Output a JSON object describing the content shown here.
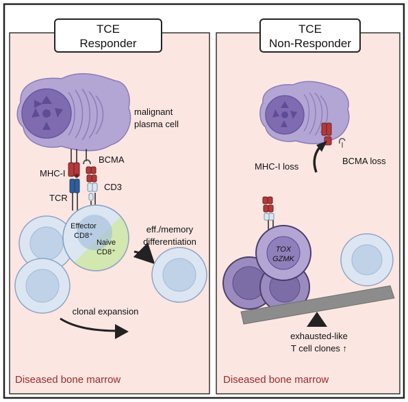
{
  "left_panel": {
    "title_line1": "TCE",
    "title_line2": "Responder",
    "cell_label_line1": "malignant",
    "cell_label_line2": "plasma cell",
    "mhc_label": "MHC-I",
    "bcma_label": "BCMA",
    "cd3_label": "CD3",
    "tcr_label": "TCR",
    "effector_line1": "Effector",
    "effector_line2": "CD8⁺",
    "naive_line1": "Naive",
    "naive_line2": "CD8⁺",
    "diff_line1": "eff./memory",
    "diff_line2": "differentiation",
    "expansion_label": "clonal expansion",
    "footer": "Diseased bone marrow"
  },
  "right_panel": {
    "title_line1": "TCE",
    "title_line2": "Non-Responder",
    "mhc_loss_label": "MHC-I loss",
    "bcma_loss_label": "BCMA loss",
    "tox_label": "TOX",
    "gzmk_label": "GZMK",
    "exhausted_line1": "exhausted-like",
    "exhausted_line2": "T cell clones ↑",
    "footer": "Diseased bone marrow"
  },
  "colors": {
    "panel_bg": "#fbe6e2",
    "footer_text": "#9b2a26",
    "plasma_cell": "#b3a6d4",
    "nucleus": "#7f6bb0",
    "t_cell": "#dbe6f2",
    "naive_green": "#d2e8b0",
    "mhc_red": "#b23a3a",
    "tcr_blue": "#2f5d9a",
    "exhausted_cell": "#9b8bbf",
    "seesaw": "#8c8c8c"
  }
}
